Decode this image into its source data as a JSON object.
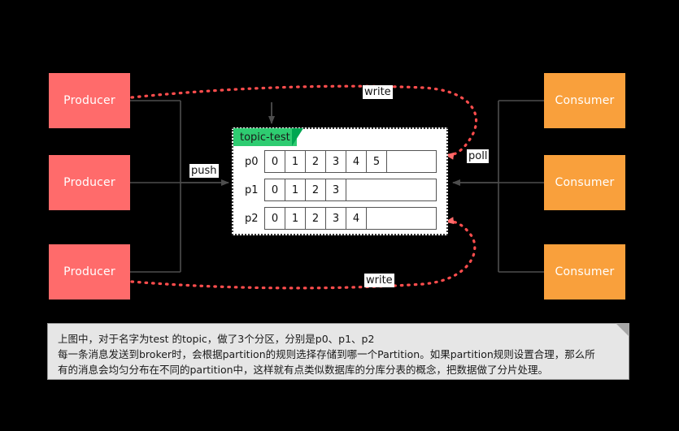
{
  "diagram": {
    "title": "Kafka topic partition diagram",
    "colors": {
      "producer_fill": "#ff6b6b",
      "consumer_fill": "#f9a03c",
      "topic_tab_fill": "#2ecc71",
      "topic_fold_fill": "#00a651",
      "wire": "#4d4d4d",
      "write_dashed": "#ff4d4d",
      "note_fill": "#e6e6e6",
      "background": "#000000"
    }
  },
  "producers": [
    {
      "label": "Producer"
    },
    {
      "label": "Producer"
    },
    {
      "label": "Producer"
    }
  ],
  "consumers": [
    {
      "label": "Consumer"
    },
    {
      "label": "Consumer"
    },
    {
      "label": "Consumer"
    }
  ],
  "topic": {
    "name": "topic-test",
    "partitions": [
      {
        "label": "p0",
        "offsets": [
          "0",
          "1",
          "2",
          "3",
          "4",
          "5"
        ]
      },
      {
        "label": "p1",
        "offsets": [
          "0",
          "1",
          "2",
          "3"
        ]
      },
      {
        "label": "p2",
        "offsets": [
          "0",
          "1",
          "2",
          "3",
          "4"
        ]
      }
    ]
  },
  "edges": {
    "push": "push",
    "poll": "poll",
    "write_top": "write",
    "write_bottom": "write"
  },
  "note": {
    "line1": "上图中，对于名字为test 的topic，做了3个分区，分别是p0、p1、p2",
    "line2": "每一条消息发送到broker时，会根据partition的规则选择存储到哪一个Partition。如果partition规则设置合理，那么所",
    "line3": "有的消息会均匀分布在不同的partition中，这样就有点类似数据库的分库分表的概念，把数据做了分片处理。"
  }
}
